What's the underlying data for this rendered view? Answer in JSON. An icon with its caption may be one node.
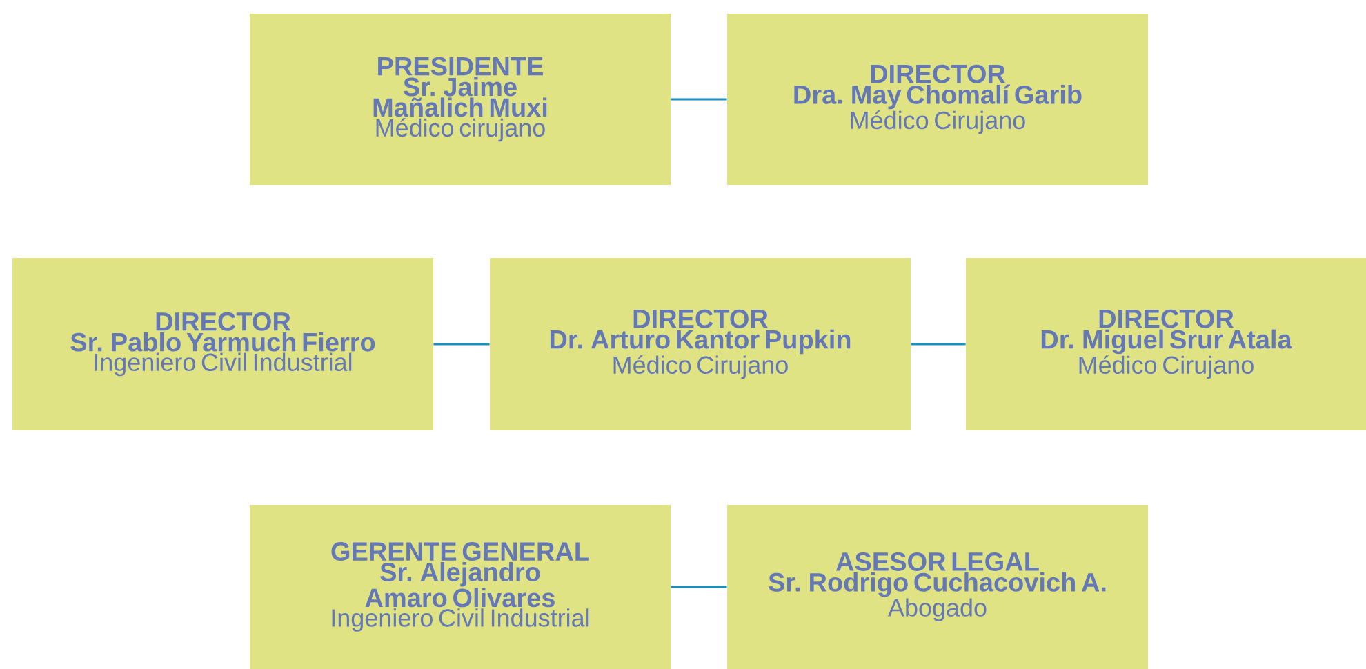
{
  "diagram": {
    "nodes": [
      {
        "text": [
          "PRESIDENTE",
          "Sr. Jaime Mañalich Muxi",
          "Médico cirujano"
        ]
      },
      {
        "text": [
          "DIRECTOR",
          "Dra. May Chomalí Garib",
          "Médico Cirujano"
        ]
      },
      {
        "text": [
          "DIRECTOR",
          "Sr. Pablo Yarmuch Fierro",
          "Ingeniero Civil Industrial"
        ]
      },
      {
        "text": [
          "DIRECTOR",
          "Dr. Arturo Kantor Pupkin",
          "Médico Cirujano"
        ]
      },
      {
        "text": [
          "DIRECTOR",
          "Dr. Miguel Srur Atala",
          "Médico Cirujano"
        ]
      },
      {
        "text": [
          "GERENTE GENERAL",
          "Sr. Alejandro Amaro Olivares",
          "Ingeniero Civil Industrial"
        ]
      },
      {
        "text": [
          "ASESOR LEGAL",
          "Sr. Rodrigo Cuchacovich A.",
          "Abogado"
        ]
      }
    ],
    "edges": [
      {
        "from": 0,
        "to": 1,
        "arrow": "none"
      },
      {
        "from": 2,
        "to": 3,
        "arrow": "none"
      },
      {
        "from": 3,
        "to": 4,
        "arrow": "none"
      },
      {
        "from": 5,
        "to": 6,
        "arrow": "none"
      }
    ]
  }
}
